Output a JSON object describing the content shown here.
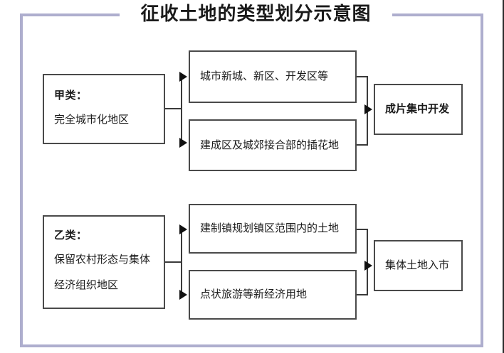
{
  "title": "征收土地的类型划分示意图",
  "theme": {
    "frame_color": "#aeaece",
    "box_border_color": "#4a4a4a",
    "text_color": "#1a1a1a",
    "background": "#ffffff"
  },
  "groups": [
    {
      "id": "group-jia",
      "source": {
        "category_label": "甲类：",
        "description": "完全城市化地区",
        "description_lines": [
          "完全城市化地区"
        ]
      },
      "middle": [
        {
          "label": "城市新城、新区、开发区等"
        },
        {
          "label": "建成区及城郊接合部的插花地"
        }
      ],
      "result": {
        "label": "成片集中开发",
        "bold": true
      }
    },
    {
      "id": "group-yi",
      "source": {
        "category_label": "乙类：",
        "description": "保留农村形态与集体经济组织地区",
        "description_lines": [
          "保留农村形态与集体",
          "经济组织地区"
        ]
      },
      "middle": [
        {
          "label": "建制镇规划镇区范围内的土地"
        },
        {
          "label": "点状旅游等新经济用地"
        }
      ],
      "result": {
        "label": "集体土地入市",
        "bold": false
      }
    }
  ]
}
